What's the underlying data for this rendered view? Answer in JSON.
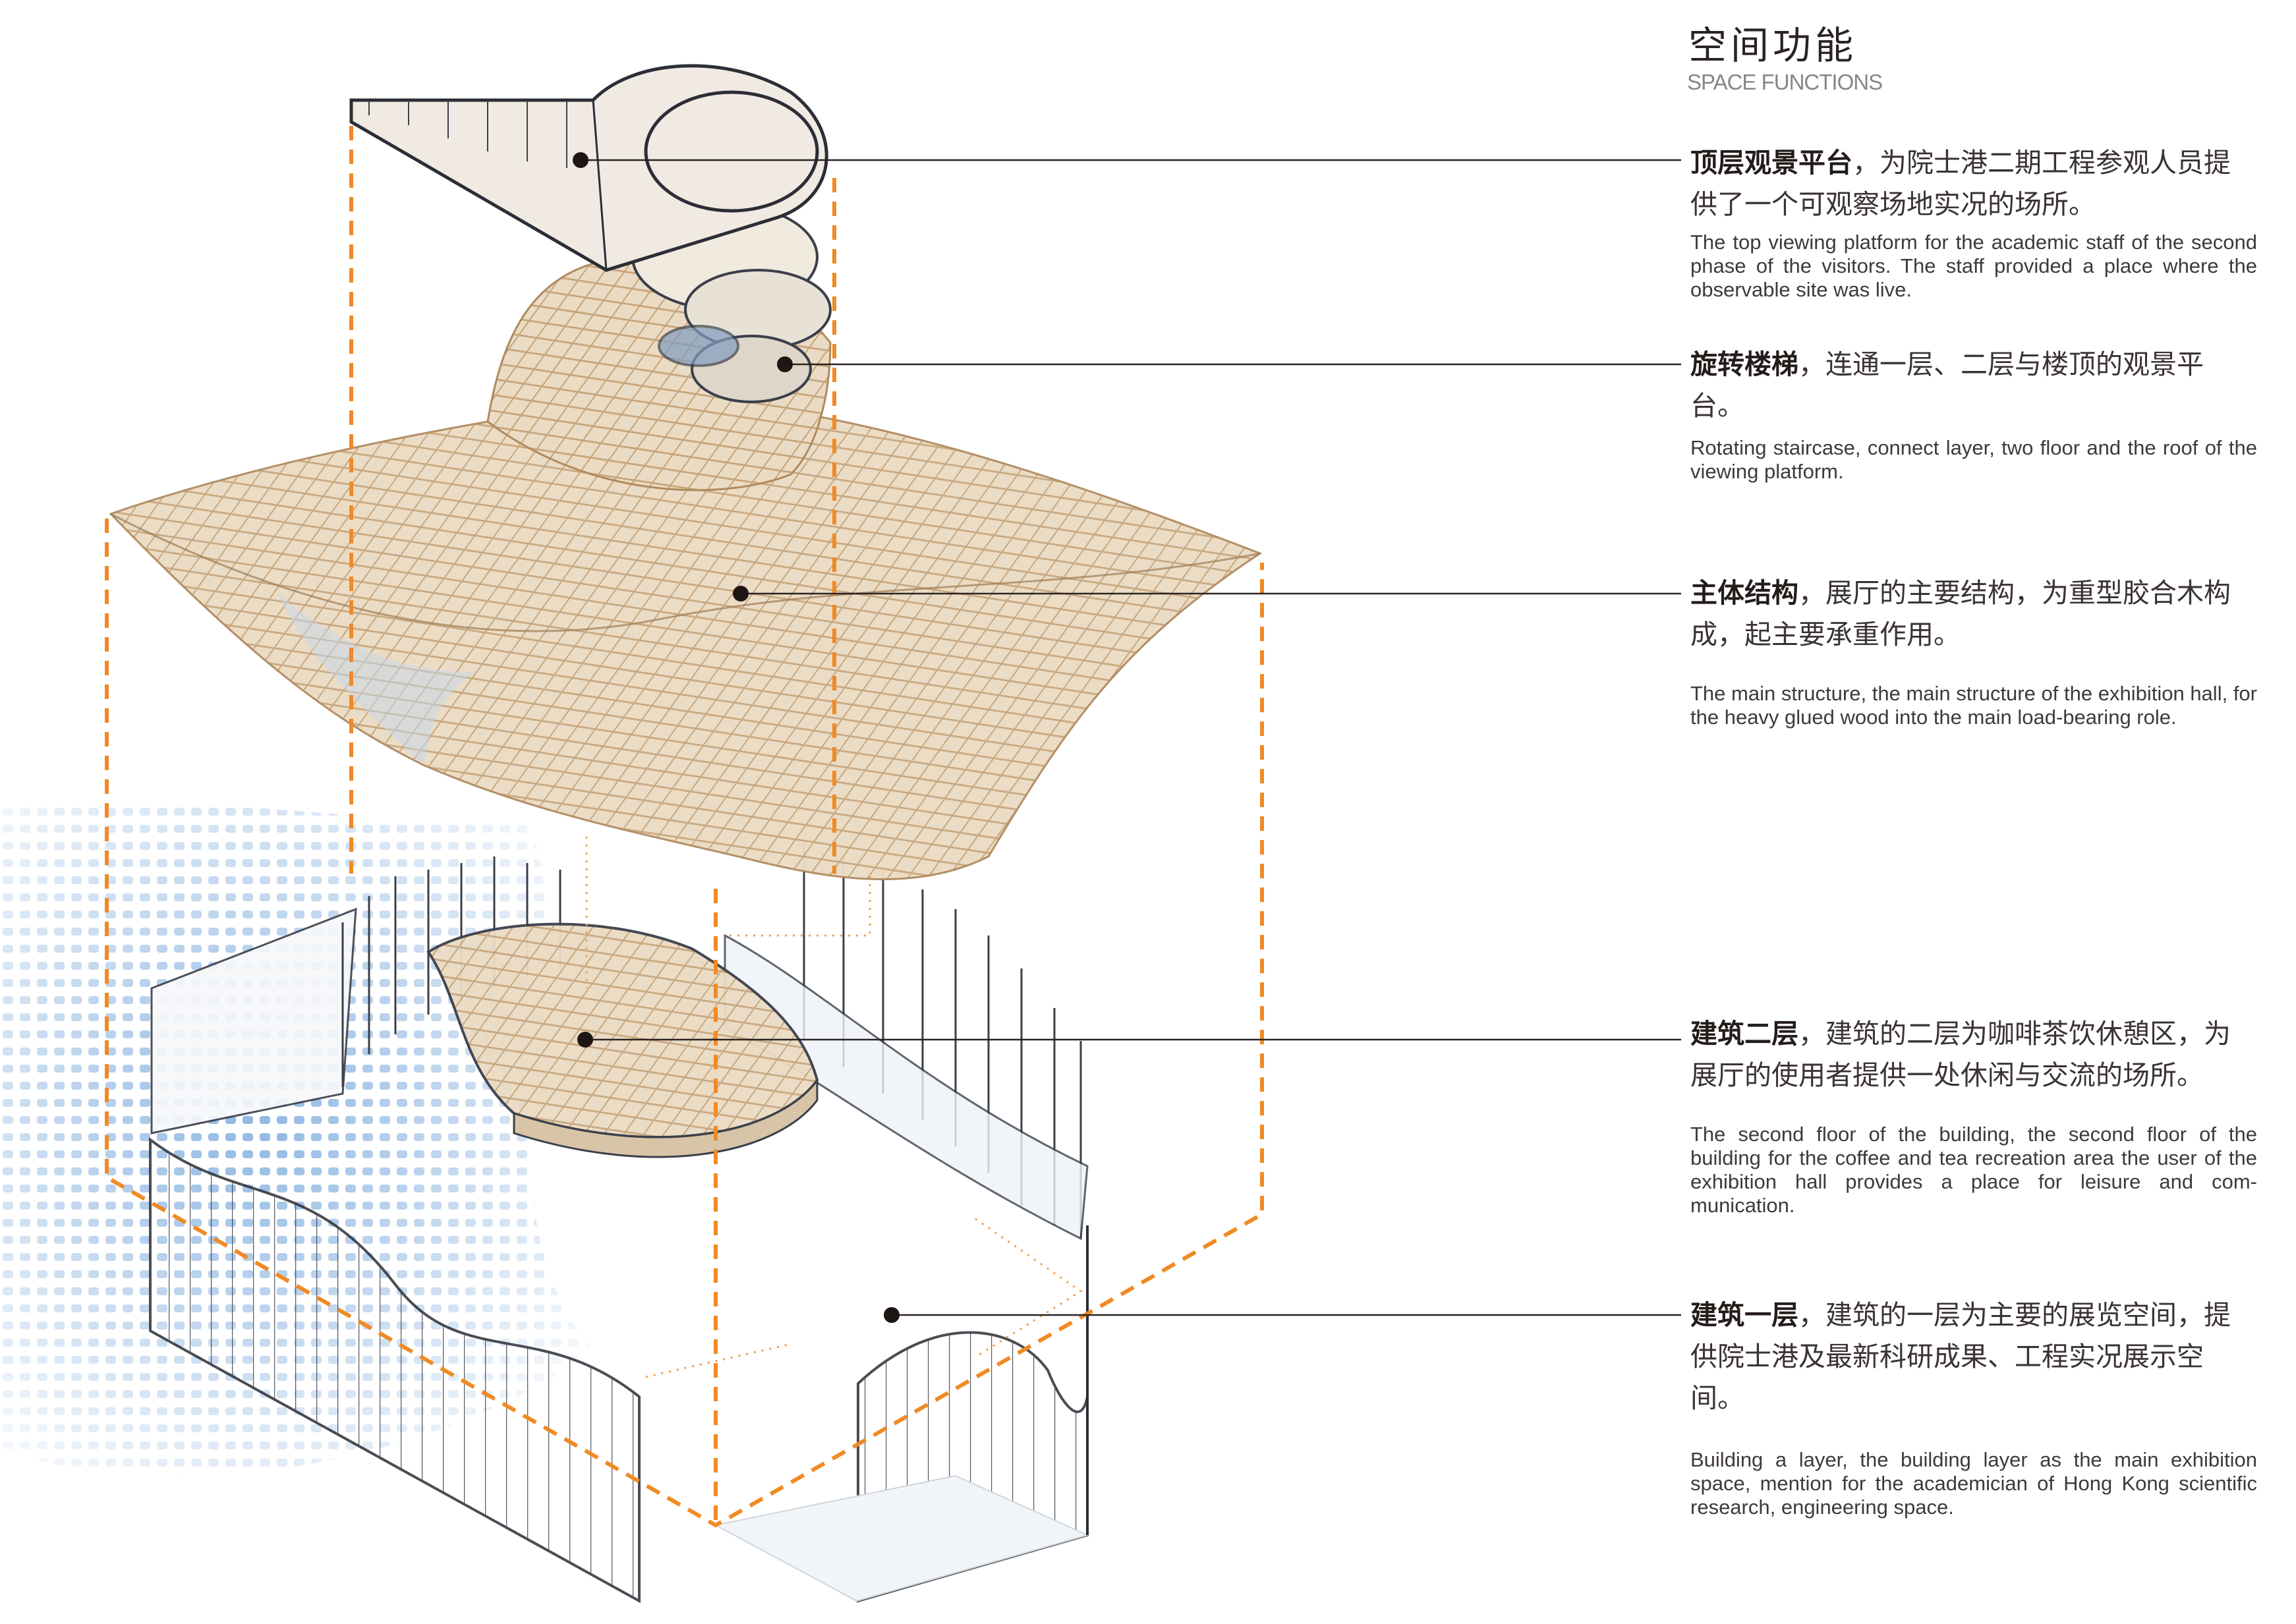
{
  "header": {
    "title": "空间功能",
    "subtitle": "SPACE FUNCTIONS"
  },
  "sections": [
    {
      "heading": "顶层观景平台",
      "text": "，为院士港二期工程参观人员提供了一个可观察场地实况的场所。",
      "english": "The top viewing platform for the academic staff of the second phase of the visitors. The staff provided a place where the observable site was live."
    },
    {
      "heading": "旋转楼梯",
      "text": "，连通一层、二层与楼顶的观景平台。",
      "english": "Rotating staircase, connect layer, two floor and the roof of the viewing platform."
    },
    {
      "heading": "主体结构",
      "text": "，展厅的主要结构，为重型胶合木构成，起主要承重作用。",
      "english": "The main structure, the main structure of the exhibition hall, for the heavy glued wood into the main load-bearing role."
    },
    {
      "heading": "建筑二层",
      "text": "，建筑的二层为咖啡茶饮休憩区，为展厅的使用者提供一处休闲与交流的场所。",
      "english": "The second floor of the building, the second floor of the building for the coffee and tea recreation area the user of the exhibition hall provides a place for leisure and com-munication."
    },
    {
      "heading": "建筑一层",
      "text": "，建筑的一层为主要的展览空间，提供院士港及最新科研成果、工程实况展示空间。",
      "english": "Building a layer, the building layer as the main exhibition space, mention for the academician of Hong Kong scientific research, engineering space."
    }
  ],
  "colors": {
    "guide": "#f08a24",
    "wood": "#d9c2a0",
    "glass": "#a9c9e8",
    "ink": "#2a2321"
  }
}
